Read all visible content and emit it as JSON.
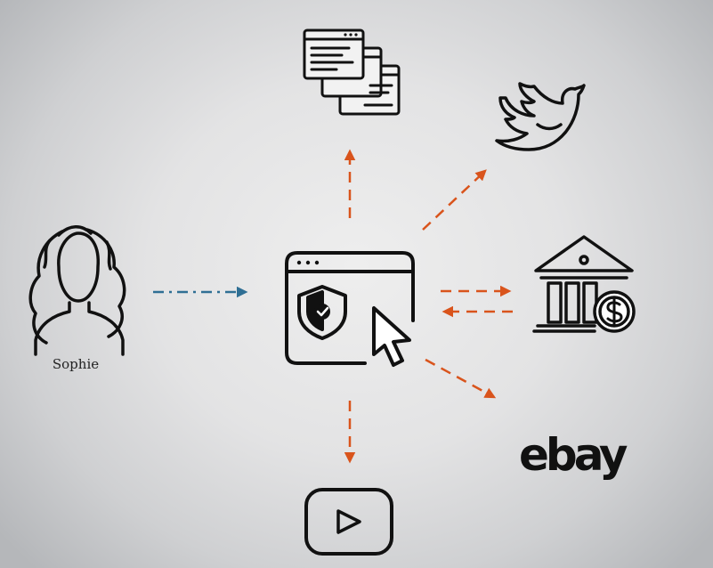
{
  "person": {
    "name": "Sophie"
  },
  "destinations": {
    "marketplace_logo": "ebay"
  },
  "icons": [
    "user-icon",
    "secure-browser-icon",
    "websites-icon",
    "twitter-icon",
    "bank-icon",
    "ebay-logo",
    "youtube-icon"
  ],
  "colors": {
    "user_arrow": "#2f6f94",
    "flow_arrows": "#d9541c",
    "icon_stroke": "#111111"
  }
}
